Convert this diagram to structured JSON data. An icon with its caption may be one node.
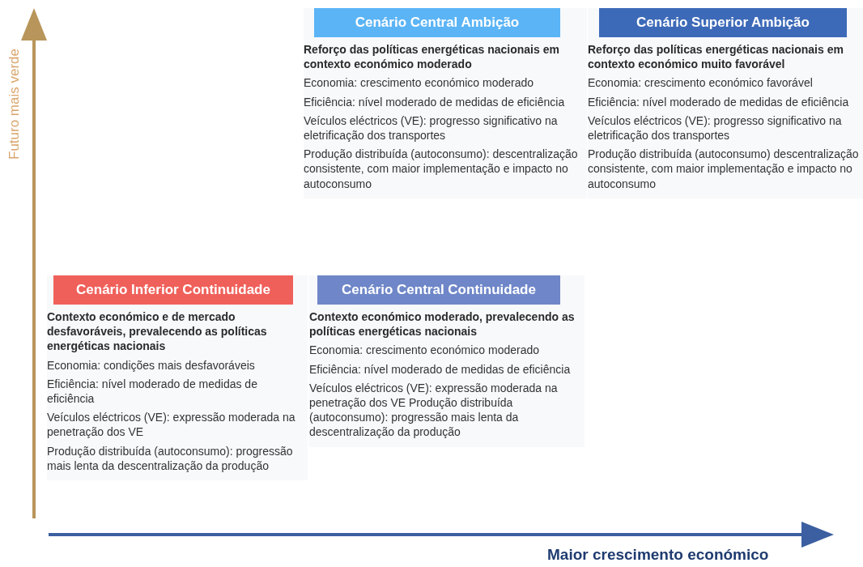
{
  "diagram": {
    "nodes": [
      {
        "text": [
          "Cenário Central Ambição",
          "Reforço das políticas energéticas nacionais em contexto económico moderado",
          "Economia: crescimento económico moderado",
          "Eficiência: nível moderado de medidas de eficiência",
          "Veículos eléctricos (VE): progresso significativo na eletrificação dos transportes",
          "Produção distribuída (autoconsumo): descentralização consistente, com maior implementação e impacto no autoconsumo"
        ]
      },
      {
        "text": [
          "Cenário Superior Ambição",
          "Reforço das políticas energéticas nacionais em contexto económico muito favorável",
          "Economia: crescimento económico favorável",
          "Eficiência: nível moderado de medidas de eficiência",
          "Veículos eléctricos (VE): progresso significativo na eletrificação dos transportes",
          "Produção distribuída (autoconsumo) descentralização consistente, com maior implementação e impacto no autoconsumo"
        ]
      },
      {
        "text": [
          "Cenário Inferior Continuidade",
          "Contexto económico e de mercado desfavoráveis, prevalecendo as políticas energéticas nacionais",
          "Economia: condições mais desfavoráveis",
          "Eficiência: nível moderado de medidas de eficiência",
          "Veículos eléctricos (VE): expressão moderada na penetração dos VE",
          "Produção distribuída (autoconsumo): progressão mais lenta da descentralização da produção"
        ]
      },
      {
        "text": [
          "Cenário Central Continuidade",
          "Contexto económico moderado, prevalecendo as políticas energéticas nacionais",
          "Economia: crescimento económico moderado",
          "Eficiência: nível moderado de medidas de eficiência",
          "Veículos eléctricos (VE): expressão moderada na penetração dos VE Produção distribuída (autoconsumo): progressão mais lenta da descentralização da produção"
        ]
      }
    ],
    "labels": [
      "Futuro mais verde",
      "Maior crescimento económico"
    ]
  }
}
